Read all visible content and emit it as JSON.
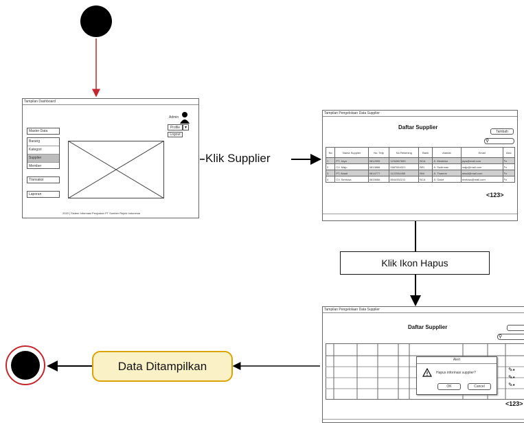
{
  "diagram": {
    "edge_labels": {
      "klik_supplier": "Klik Supplier",
      "klik_ikon_hapus": "Klik Ikon Hapus",
      "data_ditampilkan": "Data Ditampilkan"
    },
    "dashboard": {
      "title": "Tampilan Dashboard",
      "user_label": "Admin",
      "profile_button": "Profile",
      "logout_button": "Logout",
      "menu_master": "Master Data",
      "menu_items": [
        "Barang",
        "Kategori",
        "Supplier",
        "Member"
      ],
      "menu_transaksi": "Transaksi",
      "menu_laporan": "Laporan",
      "footer": "2020 | Sistem Informasi Penjualan PT Sumber Rejeki Indonesia"
    },
    "supplier_page": {
      "title": "Tampilan Pengelolaan Data Supplier",
      "heading": "Daftar Supplier",
      "add_button": "Tambah",
      "columns": [
        "No",
        "Nama Supplier",
        "No. Telp",
        "No Rekening",
        "Bank",
        "Alamat",
        "Email",
        "Aksi"
      ],
      "rows": [
        [
          "1",
          "PT. Jaya",
          "0812999",
          "1234567890",
          "BCA",
          "Jl. Merdeka",
          "jaya@mail.com"
        ],
        [
          "2",
          "CV. Maju",
          "0813888",
          "0987654321",
          "BRI",
          "Jl. Sudirman",
          "maju@mail.com"
        ],
        [
          "3",
          "PT. Abadi",
          "0814777",
          "1122334455",
          "BNI",
          "Jl. Thamrin",
          "abadi@mail.com"
        ],
        [
          "4",
          "CV. Sentosa",
          "0815666",
          "5544332211",
          "BCA",
          "Jl. Gatot",
          "sentosa@mail.com"
        ]
      ],
      "pagination": "<123>"
    },
    "delete_dialog": {
      "title": "Tampilan Pengelolaan Data Supplier",
      "heading": "Daftar Supplier",
      "alert_title": "Alert",
      "message": "Hapus informasi supplier?",
      "ok_button": "OK",
      "cancel_button": "Cancel",
      "pagination": "<123>"
    },
    "colors": {
      "flow_start_edge": "#c1272d",
      "label_fill": "#fbf1c7",
      "label_border": "#d9a400"
    }
  }
}
